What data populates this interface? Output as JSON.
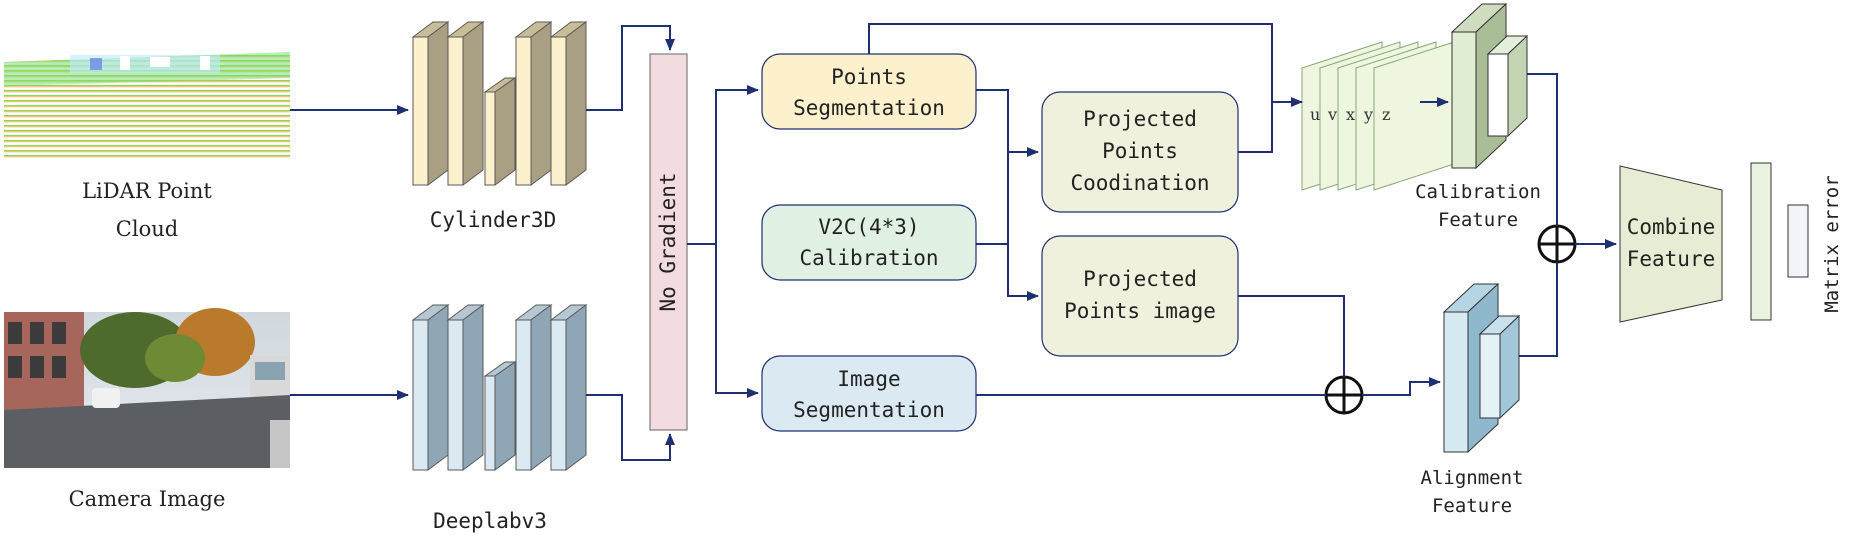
{
  "inputs": {
    "lidar_label_line1": "LiDAR Point",
    "lidar_label_line2": "Cloud",
    "camera_label": "Camera Image"
  },
  "networks": {
    "cylinder3d": "Cylinder3D",
    "deeplabv3": "Deeplabv3"
  },
  "no_gradient": "No Gradient",
  "boxes": {
    "points_seg_line1": "Points",
    "points_seg_line2": "Segmentation",
    "v2c_line1": "V2C(4*3)",
    "v2c_line2": "Calibration",
    "image_seg_line1": "Image",
    "image_seg_line2": "Segmentation",
    "proj_coord_line1": "Projected",
    "proj_coord_line2": "Points",
    "proj_coord_line3": "Coodination",
    "proj_image_line1": "Projected",
    "proj_image_line2": "Points image",
    "combine_line1": "Combine",
    "combine_line2": "Feature"
  },
  "channels": [
    "u",
    "v",
    "x",
    "y",
    "z"
  ],
  "features": {
    "calibration_line1": "Calibration",
    "calibration_line2": "Feature",
    "alignment_line1": "Alignment",
    "alignment_line2": "Feature"
  },
  "output": "Matrix error",
  "colors": {
    "arrow": "#1f3070",
    "yellow_fill": "#fdf0cc",
    "yellow_side": "#a99f82",
    "blue_fill": "#dbeaf2",
    "blue_side": "#8fa6b7",
    "pink_fill": "#f3dce0",
    "green_fill": "#e0f0e3",
    "olive_fill": "#eff1dc",
    "layer_fill": "#eef6e0",
    "combine_fill": "#e7ecd4"
  }
}
